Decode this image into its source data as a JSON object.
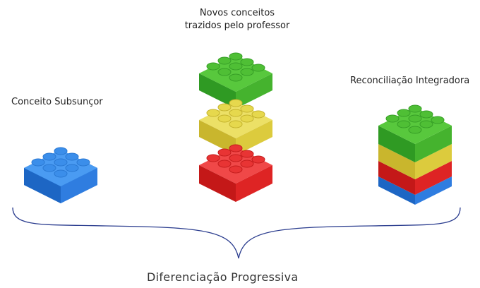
{
  "labels": {
    "subsuncor": "Conceito Subsunçor",
    "novos_line1": "Novos conceitos",
    "novos_line2": "trazidos pelo professor",
    "reconciliacao": "Reconciliação Integradora",
    "diferenciacao": "Diferenciação Progressiva"
  },
  "colors": {
    "blue": "#2b86ea",
    "green": "#3cb22a",
    "yellow": "#e2d13c",
    "red": "#e52222",
    "brace": "#2a3c8e"
  },
  "icons": [
    "blue-lego-brick-icon",
    "green-lego-brick-icon",
    "yellow-lego-brick-icon",
    "red-lego-brick-icon"
  ]
}
